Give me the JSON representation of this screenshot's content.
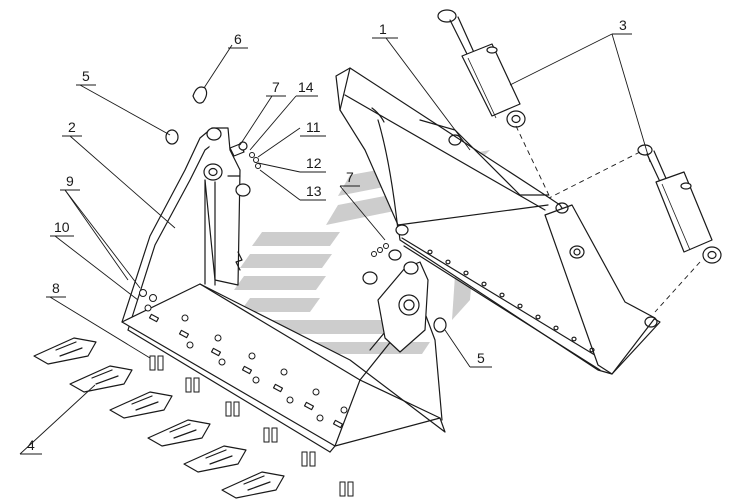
{
  "callouts": {
    "c1": "1",
    "c2": "2",
    "c3": "3",
    "c4": "4",
    "c5a": "5",
    "c5b": "5",
    "c6": "6",
    "c7a": "7",
    "c7b": "7",
    "c8": "8",
    "c9": "9",
    "c10": "10",
    "c11": "11",
    "c12": "12",
    "c13": "13",
    "c14": "14"
  },
  "colors": {
    "line": "#1a1a1a",
    "watermark": "#c8c8c8",
    "background": "#ffffff"
  },
  "watermark": "logo-stripes"
}
